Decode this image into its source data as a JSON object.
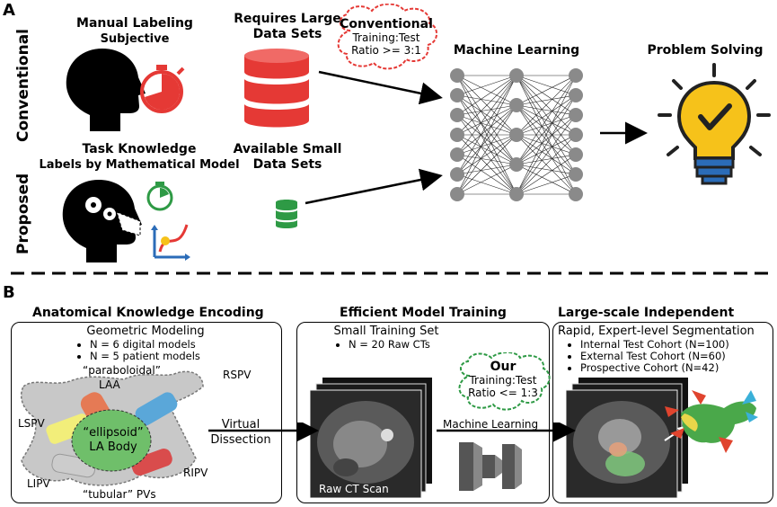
{
  "panelA": {
    "letter": "A",
    "row_conventional": "Conventional",
    "row_proposed": "Proposed",
    "manual_labeling": "Manual Labeling",
    "subjective": "Subjective",
    "requires_large": "Requires Large",
    "data_sets": "Data Sets",
    "cloud_title": "Conventional",
    "cloud_line1": "Training:Test",
    "cloud_line2": "Ratio >= 3:1",
    "machine_learning": "Machine Learning",
    "problem_solving": "Problem Solving",
    "task_knowledge": "Task Knowledge",
    "labels_by_model": "Labels by Mathematical Model",
    "available_small": "Available Small",
    "data_sets2": "Data Sets"
  },
  "panelB": {
    "letter": "B",
    "col1_title": "Anatomical Knowledge Encoding",
    "col2_title": "Efficient Model Training",
    "col3_title": "Large-scale Independent Testing",
    "box1_title": "Geometric Modeling",
    "box1_items": [
      "N = 6 digital models",
      "N = 5 patient models"
    ],
    "paraboloidal": "“paraboloidal”",
    "laa": "LAA",
    "rspv": "RSPV",
    "lspv": "LSPV",
    "ellipsoid": "“ellipsoid”",
    "la_body": "LA Body",
    "lipv": "LIPV",
    "ripv": "RIPV",
    "tubular": "“tubular” PVs",
    "virtual": "Virtual",
    "dissection": "Dissection",
    "box2_title": "Small Training Set",
    "box2_items": [
      "N = 20 Raw CTs"
    ],
    "our_title": "Our",
    "our_line1": "Training:Test",
    "our_line2": "Ratio <= 1:3",
    "ml_label": "Machine Learning",
    "raw_ct": "Raw CT Scan",
    "box3_title": "Rapid, Expert-level Segmentation",
    "box3_items": [
      "Internal Test Cohort (N=100)",
      "External Test Cohort (N=60)",
      "Prospective Cohort (N=42)"
    ]
  },
  "colors": {
    "red": "#e53935",
    "green": "#2e9a45",
    "blue": "#2b6cb8",
    "yellow": "#f6c21a",
    "gray_node": "#8a8a8a",
    "la_green": "#6fbf6a"
  }
}
